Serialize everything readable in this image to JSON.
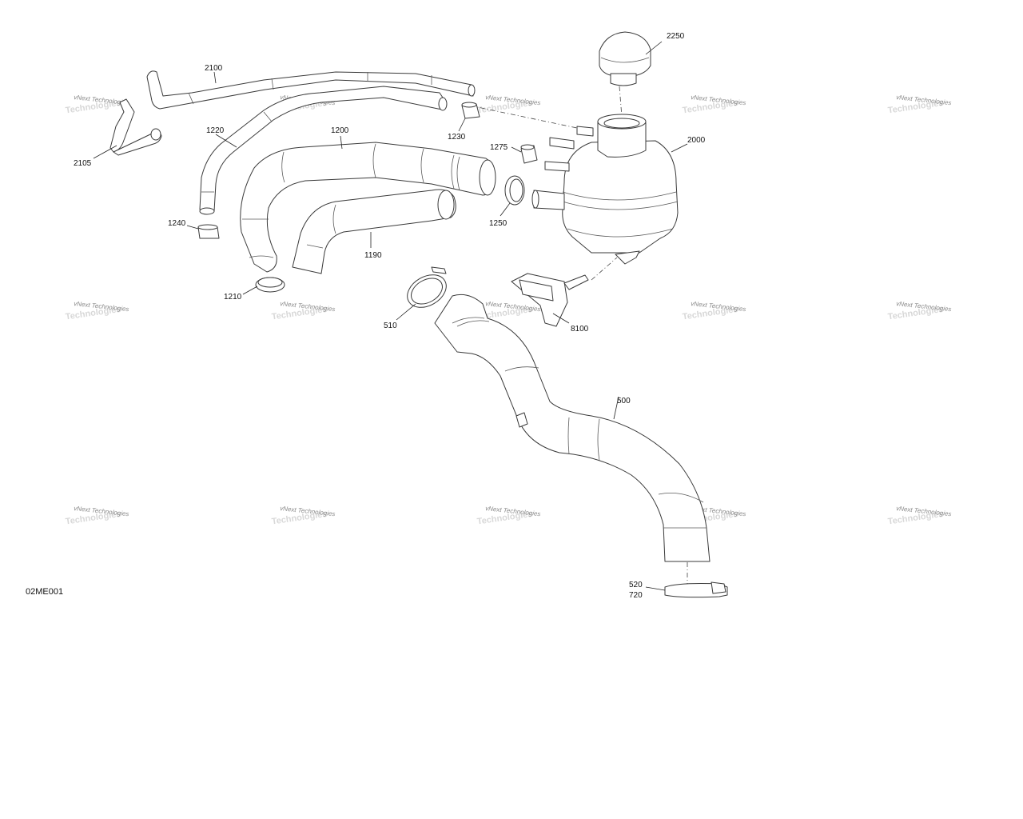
{
  "diagram": {
    "code": "02ME001",
    "watermark": {
      "line1": "vNext Technologies",
      "line2": "Technologies"
    },
    "callouts": {
      "c2250": "2250",
      "c2100": "2100",
      "c2105": "2105",
      "c1220": "1220",
      "c1200": "1200",
      "c1230": "1230",
      "c1275": "1275",
      "c2000": "2000",
      "c1240": "1240",
      "c1250": "1250",
      "c1190": "1190",
      "c1210": "1210",
      "c510": "510",
      "c8100": "8100",
      "c500": "500",
      "c520": "520",
      "c720": "720"
    }
  }
}
